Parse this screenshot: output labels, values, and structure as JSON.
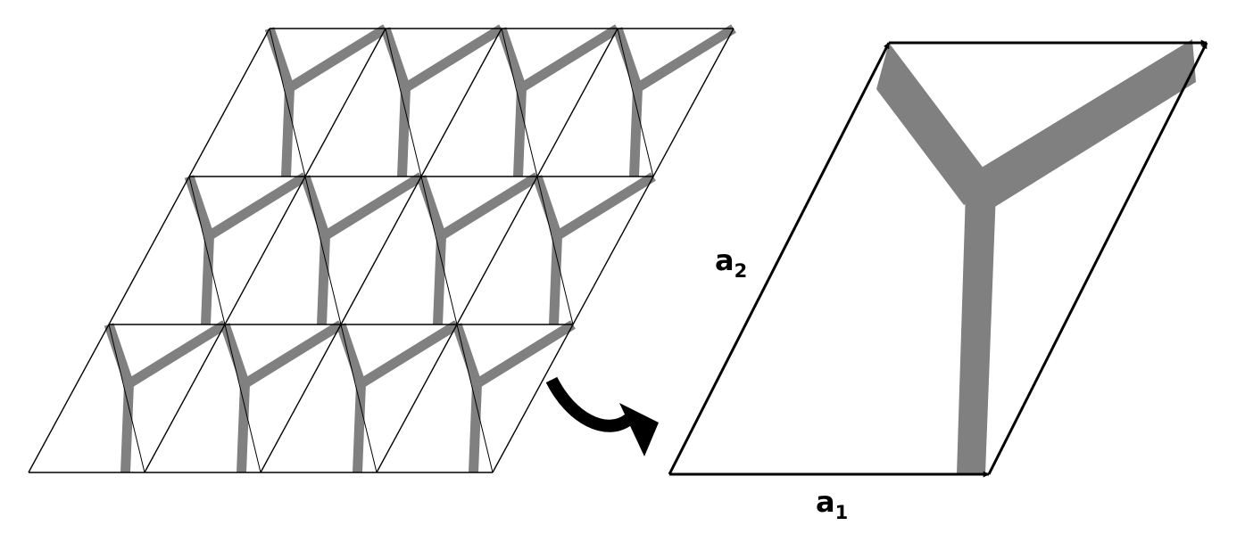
{
  "colors": {
    "background": "#ffffff",
    "lattice_lines": "#000000",
    "struts": "#808080",
    "arrows": "#000000"
  },
  "lattice": {
    "rows": 3,
    "columns": 4
  },
  "unit_cell": {
    "vector_1": {
      "base": "a",
      "subscript": "1"
    },
    "vector_2": {
      "base": "a",
      "subscript": "2"
    }
  },
  "icons": {
    "transition_arrow": "curved-arrow-icon"
  }
}
